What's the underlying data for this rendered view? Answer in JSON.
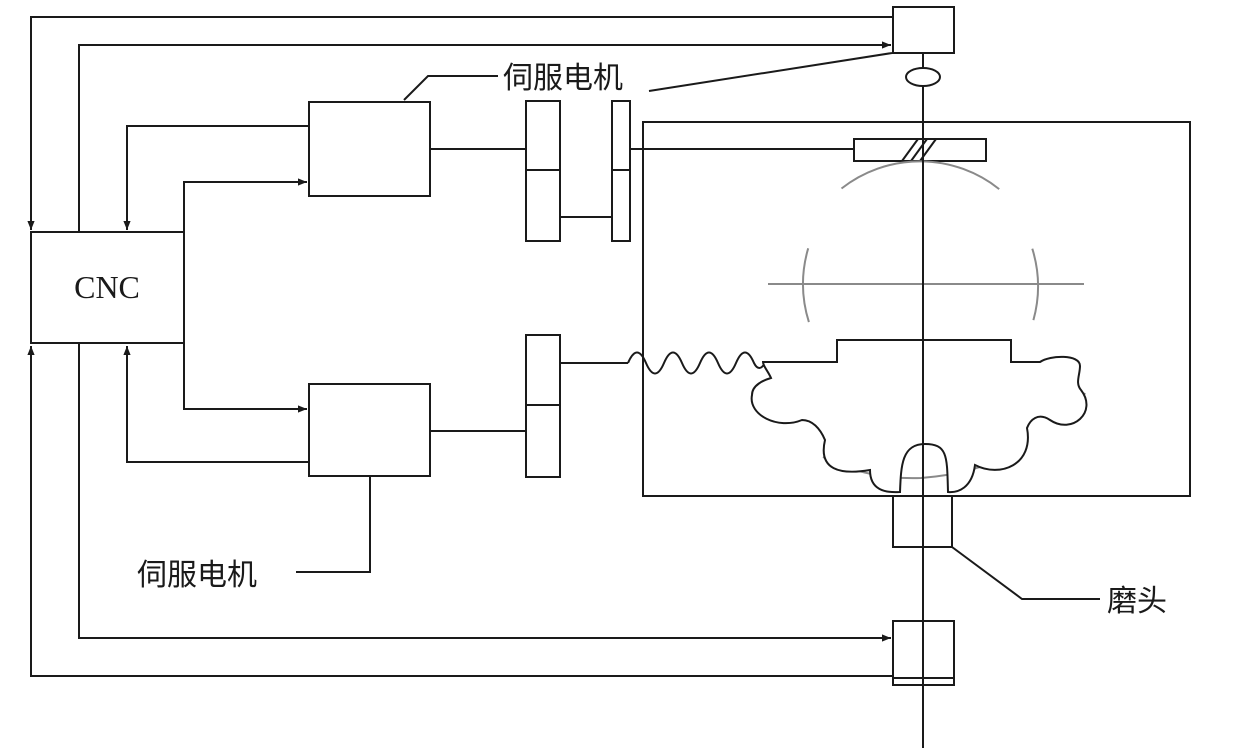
{
  "labels": {
    "controller": "CNC",
    "servo_motor_top": "伺服电机",
    "servo_motor_bottom": "伺服电机",
    "grinding_head": "磨头"
  },
  "colors": {
    "line": "#1a1a1a",
    "guide": "#8a8a8a",
    "background": "#ffffff"
  }
}
